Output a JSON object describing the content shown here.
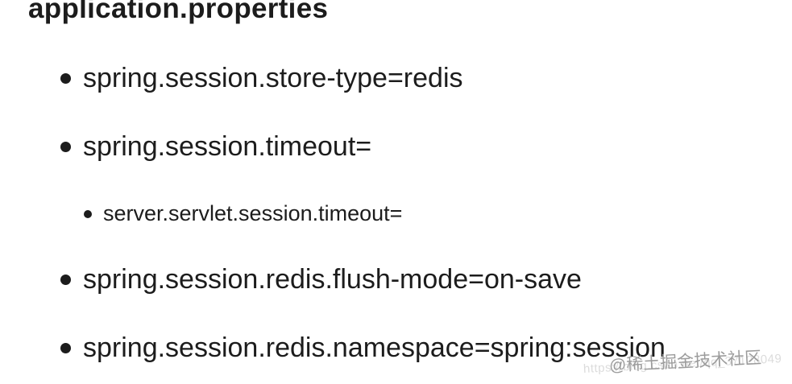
{
  "page": {
    "background_color": "#ffffff",
    "text_color": "#1c1c1c"
  },
  "title": "application.properties",
  "list": {
    "items": [
      {
        "level": 1,
        "text": "spring.session.store-type=redis"
      },
      {
        "level": 1,
        "text": "spring.session.timeout="
      },
      {
        "level": 2,
        "text": "server.servlet.session.timeout="
      },
      {
        "level": 1,
        "text": "spring.session.redis.flush-mode=on-save"
      },
      {
        "level": 1,
        "text": "spring.session.redis.namespace=spring:session"
      }
    ]
  },
  "watermark": {
    "community": "@稀土掘金技术社区",
    "community_color": "#9c9c9c",
    "url": "https://blog.csdn.net/qq_37128049",
    "url_color": "#dcdcdc"
  }
}
